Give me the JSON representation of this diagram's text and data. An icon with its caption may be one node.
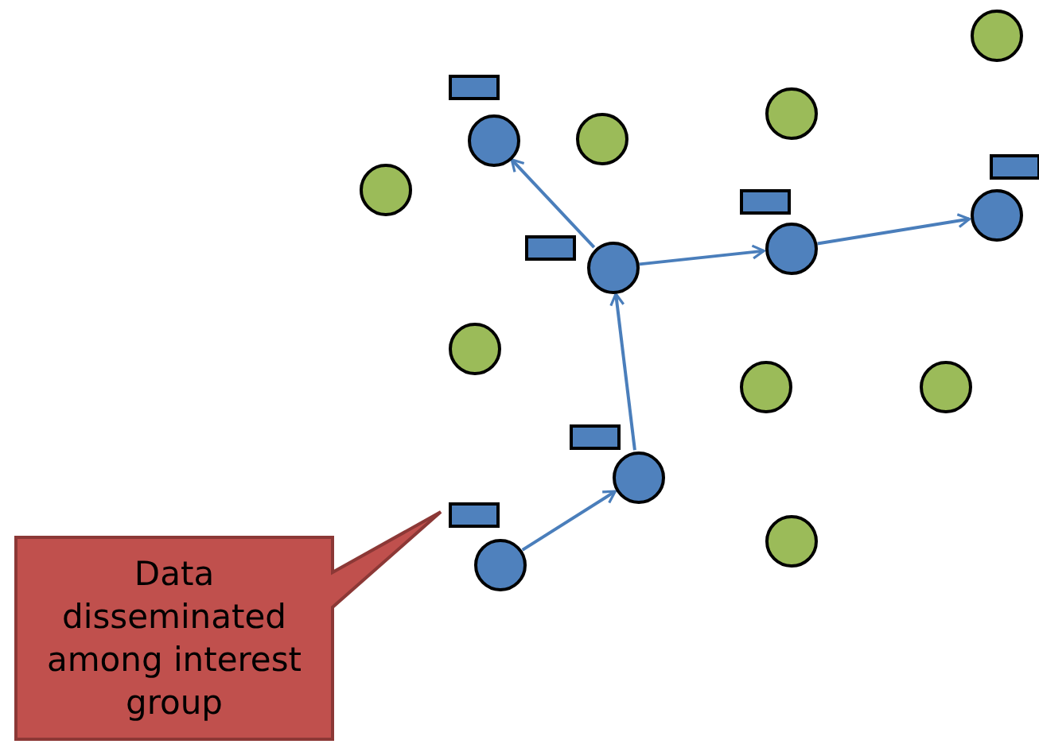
{
  "diagram": {
    "nodes": [
      {
        "text": [],
        "shape": "circle"
      },
      {
        "text": [],
        "shape": "box"
      },
      {
        "text": [],
        "shape": "circle"
      },
      {
        "text": [],
        "shape": "circle"
      },
      {
        "text": [],
        "shape": "circle"
      },
      {
        "text": [],
        "shape": "box"
      },
      {
        "text": [],
        "shape": "circle"
      },
      {
        "text": [],
        "shape": "box"
      },
      {
        "text": [],
        "shape": "circle"
      },
      {
        "text": [],
        "shape": "circle"
      },
      {
        "text": [],
        "shape": "box"
      },
      {
        "text": [],
        "shape": "circle"
      },
      {
        "text": [],
        "shape": "circle"
      },
      {
        "text": [],
        "shape": "circle"
      },
      {
        "text": [],
        "shape": "circle"
      },
      {
        "text": [],
        "shape": "box"
      },
      {
        "text": [],
        "shape": "circle"
      },
      {
        "text": [],
        "shape": "box"
      },
      {
        "text": [],
        "shape": "circle"
      },
      {
        "text": [],
        "shape": "circle"
      },
      {
        "text": [
          "Data disseminated among interest group"
        ]
      }
    ],
    "edges": [
      {
        "from": 19,
        "to": 16,
        "arrow": "to"
      },
      {
        "from": 16,
        "to": 11,
        "arrow": "to"
      },
      {
        "from": 11,
        "to": 4,
        "arrow": "to"
      },
      {
        "from": 11,
        "to": 9,
        "arrow": "to"
      },
      {
        "from": 9,
        "to": 8,
        "arrow": "to"
      }
    ]
  }
}
